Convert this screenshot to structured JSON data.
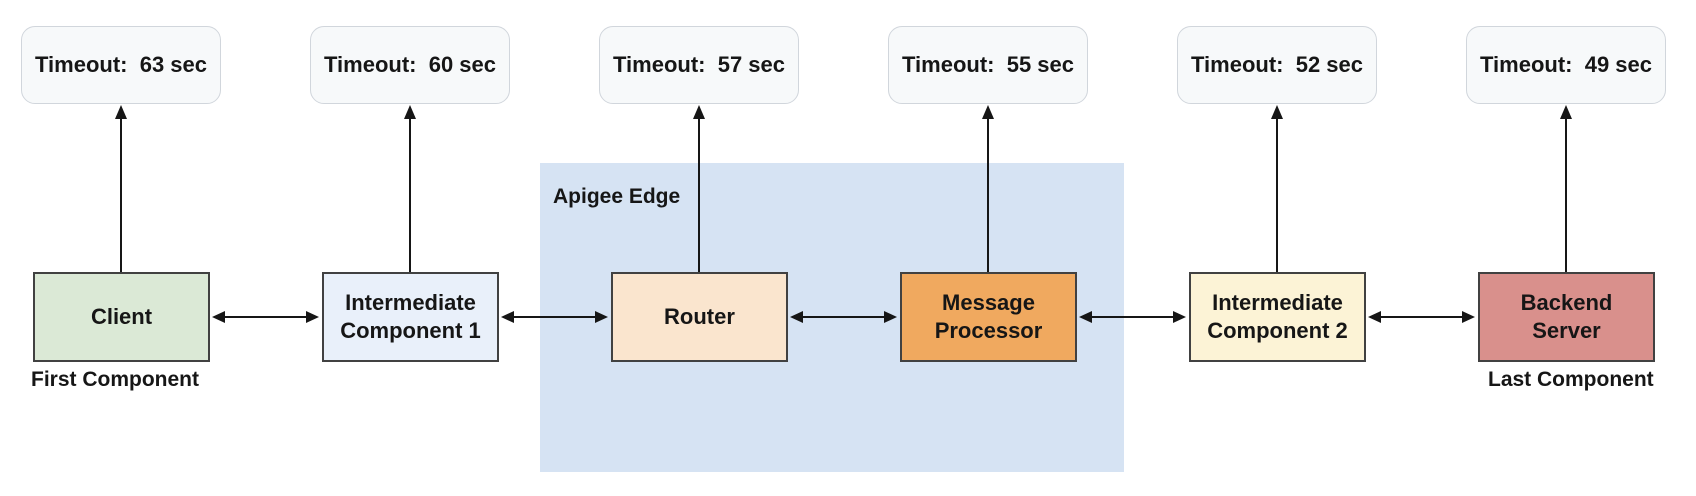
{
  "diagram": {
    "container": {
      "label": "Apigee Edge",
      "fill": "#D6E3F3"
    },
    "nodes": [
      {
        "name": "client",
        "label": "Client",
        "timeout_label": "Timeout:  63 sec",
        "caption": "First Component",
        "fill": "#DBE9D6"
      },
      {
        "name": "intermediate-component-1",
        "label": "Intermediate\nComponent 1",
        "timeout_label": "Timeout:  60 sec",
        "fill": "#E9F0FA"
      },
      {
        "name": "router",
        "label": "Router",
        "timeout_label": "Timeout:  57 sec",
        "fill": "#FAE5CE"
      },
      {
        "name": "message-processor",
        "label": "Message\nProcessor",
        "timeout_label": "Timeout:  55 sec",
        "fill": "#F0A95F"
      },
      {
        "name": "intermediate-component-2",
        "label": "Intermediate\nComponent 2",
        "timeout_label": "Timeout:  52 sec",
        "fill": "#FCF3D6"
      },
      {
        "name": "backend-server",
        "label": "Backend\nServer",
        "timeout_label": "Timeout:  49 sec",
        "caption": "Last Component",
        "fill": "#D9908C"
      }
    ],
    "arrow_color": "#161616"
  }
}
